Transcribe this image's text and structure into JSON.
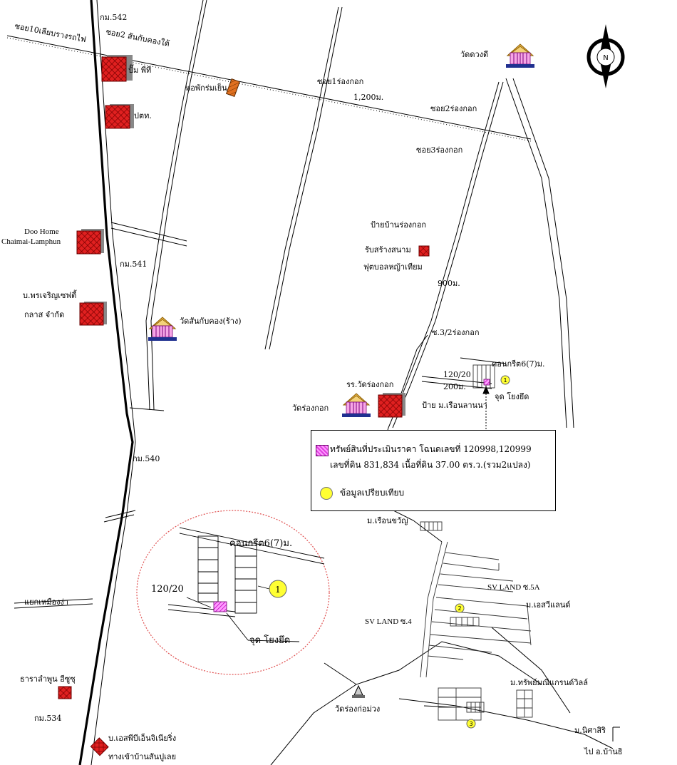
{
  "map": {
    "road_labels": {
      "km542": "กม.542",
      "km541": "กม.541",
      "km540": "กม.540",
      "km534": "กม.534",
      "soi10": "ซอย10เลียบรางรถไฟ",
      "soi2_sankab": "ซอย2 สันกับคองใต้",
      "soi1_rongkok": "ซอย1ร่องกอก",
      "dist_1200": "1,200ม.",
      "soi2_rongkok": "ซอย2ร่องกอก",
      "soi3_rongkok": "ซอย3ร่องกอก",
      "dist_900": "900ม.",
      "soi3_2": "ซ.3/2ร่องกอก",
      "dist_200": "200ม.",
      "khongkrit": "คอนกรีต6(7)ม.",
      "khongkrit_inset": "คอนกรีต6(7)ม.",
      "yaek": "แยกเหมืองง่า",
      "to_banthi": "ไป อ.บ้านธิ"
    },
    "places": {
      "pump_pt": "ปั๊ม พีที",
      "ptt": "ปตท.",
      "dormitory": "หอพักร่มเย็น",
      "doohome_1": "Doo Home",
      "doohome_2": "Chaimai-Lamphun",
      "pornjaroen_1": "บ.พรเจริญเซฟตี้",
      "pornjaroen_2": "กลาส จำกัด",
      "wat_sankab": "วัดสันกับคอง(ร้าง)",
      "wat_duangdi": "วัดดวงดี",
      "pai_ban": "ป้ายบ้านร่องกอก",
      "field_1": "รับสร้างสนาม",
      "field_2": "ฟุตบอลหญ้าเทียม",
      "school": "รร.วัดร่องกอก",
      "wat_rongkok": "วัดร่องกอก",
      "ruenlanna": "ป้าย ม.เรือนลานนา",
      "ruenkhwan": "ม.เรือนขวัญ",
      "svland5a": "SV LAND ซ.5A",
      "svland4": "SV LAND ซ.4",
      "esvland": "ม.เอสวีแลนด์",
      "sapmani": "ม.ทรัพย์มณีแกรนด์วิลล์",
      "wat_rongkokmuang": "วัดร่องก่อม่วง",
      "nitsasiri": "ม.นิศาสิริ",
      "thara": "ธาราลำพูน อีซูซุ",
      "espn": "บ.เอสพีบีเอ็นจิเนียริ่ง",
      "thang_khao": "ทางเข้าบ้านสันปูเลย"
    },
    "subject": {
      "house_no": "120/20",
      "house_no_inset": "120/20",
      "point": "จุด โยงยึด",
      "point_inset": "จุด โยงยึด"
    },
    "markers": {
      "m1": "1",
      "m1_inset": "1",
      "m2": "2",
      "m3": "3"
    },
    "compass_letter": "N"
  },
  "legend": {
    "subject_line1": "ทรัพย์สินที่ประเมินราคา โฉนดเลขที่ 120998,120999",
    "subject_line2": "เลขที่ดิน 831,834 เนื้อที่ดิน 37.00 ตร.ว.(รวม2แปลง)",
    "comparison": "ข้อมูลเปรียบเทียบ"
  },
  "colors": {
    "building": "#e02020",
    "subject": "#e040e0",
    "comparison": "#ffff33",
    "temple": "#e8b84a",
    "inset_circle": "#e05050"
  }
}
